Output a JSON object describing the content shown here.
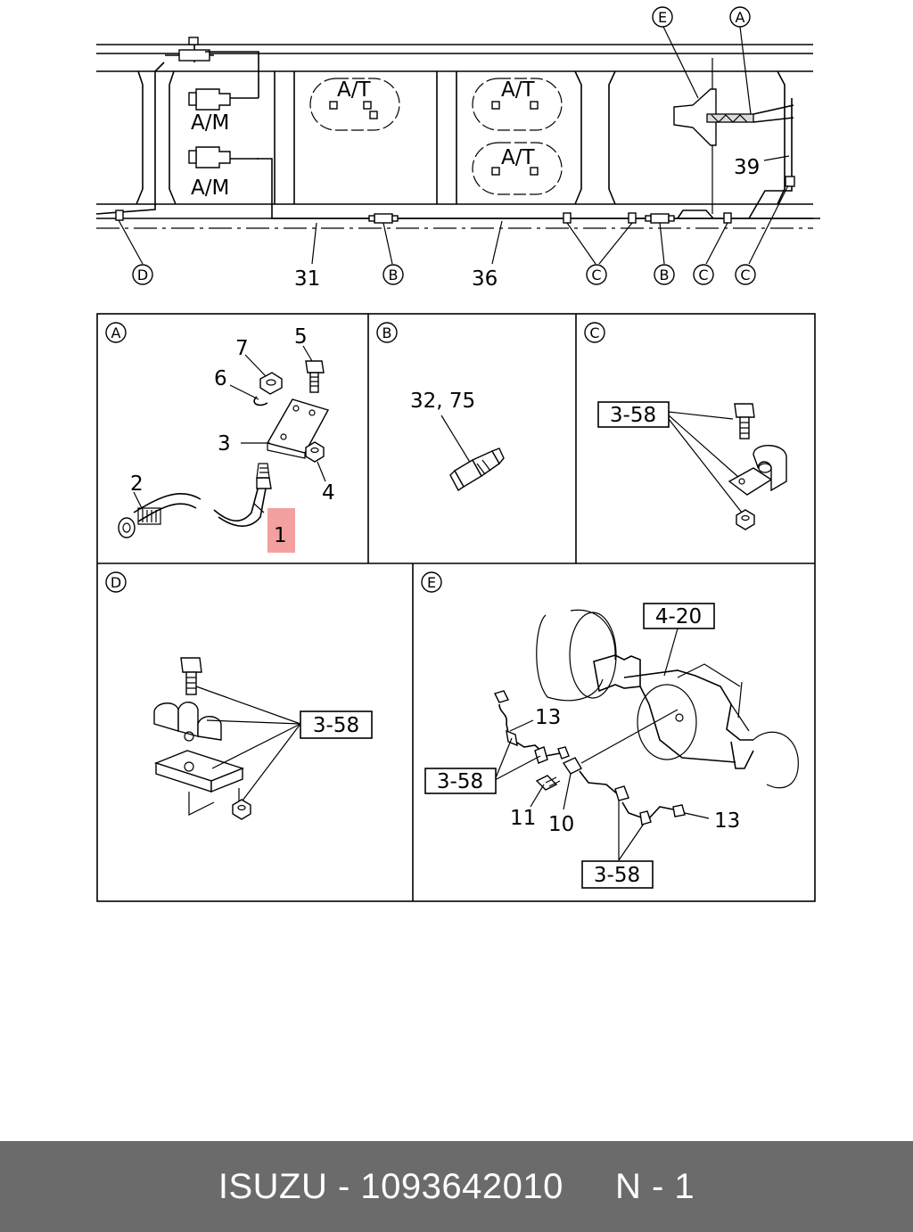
{
  "footer": {
    "brand": "ISUZU",
    "sep1": " - ",
    "part_number": "1093642010",
    "gap": "     ",
    "page_code": "N - 1"
  },
  "overview": {
    "labels": {
      "am_1": "A/M",
      "am_2": "A/M",
      "at_1": "A/T",
      "at_2": "A/T",
      "at_3": "A/T",
      "n31": "31",
      "n36": "36",
      "n39": "39"
    },
    "callouts": {
      "E": "E",
      "A": "A",
      "D": "D",
      "B1": "B",
      "C1": "C",
      "B2": "B",
      "C2": "C",
      "C3": "C"
    }
  },
  "detail_a": {
    "tag": "A",
    "labels": {
      "n1": "1",
      "n2": "2",
      "n3": "3",
      "n4": "4",
      "n5": "5",
      "n6": "6",
      "n7": "7"
    },
    "highlight_color": "#f4a0a0"
  },
  "detail_b": {
    "tag": "B",
    "label": "32, 75"
  },
  "detail_c": {
    "tag": "C",
    "ref": "3-58"
  },
  "detail_d": {
    "tag": "D",
    "ref": "3-58"
  },
  "detail_e": {
    "tag": "E",
    "ref_axle": "4-20",
    "ref_left": "3-58",
    "ref_bottom": "3-58",
    "labels": {
      "n13a": "13",
      "n13b": "13",
      "n11": "11",
      "n10": "10"
    }
  }
}
